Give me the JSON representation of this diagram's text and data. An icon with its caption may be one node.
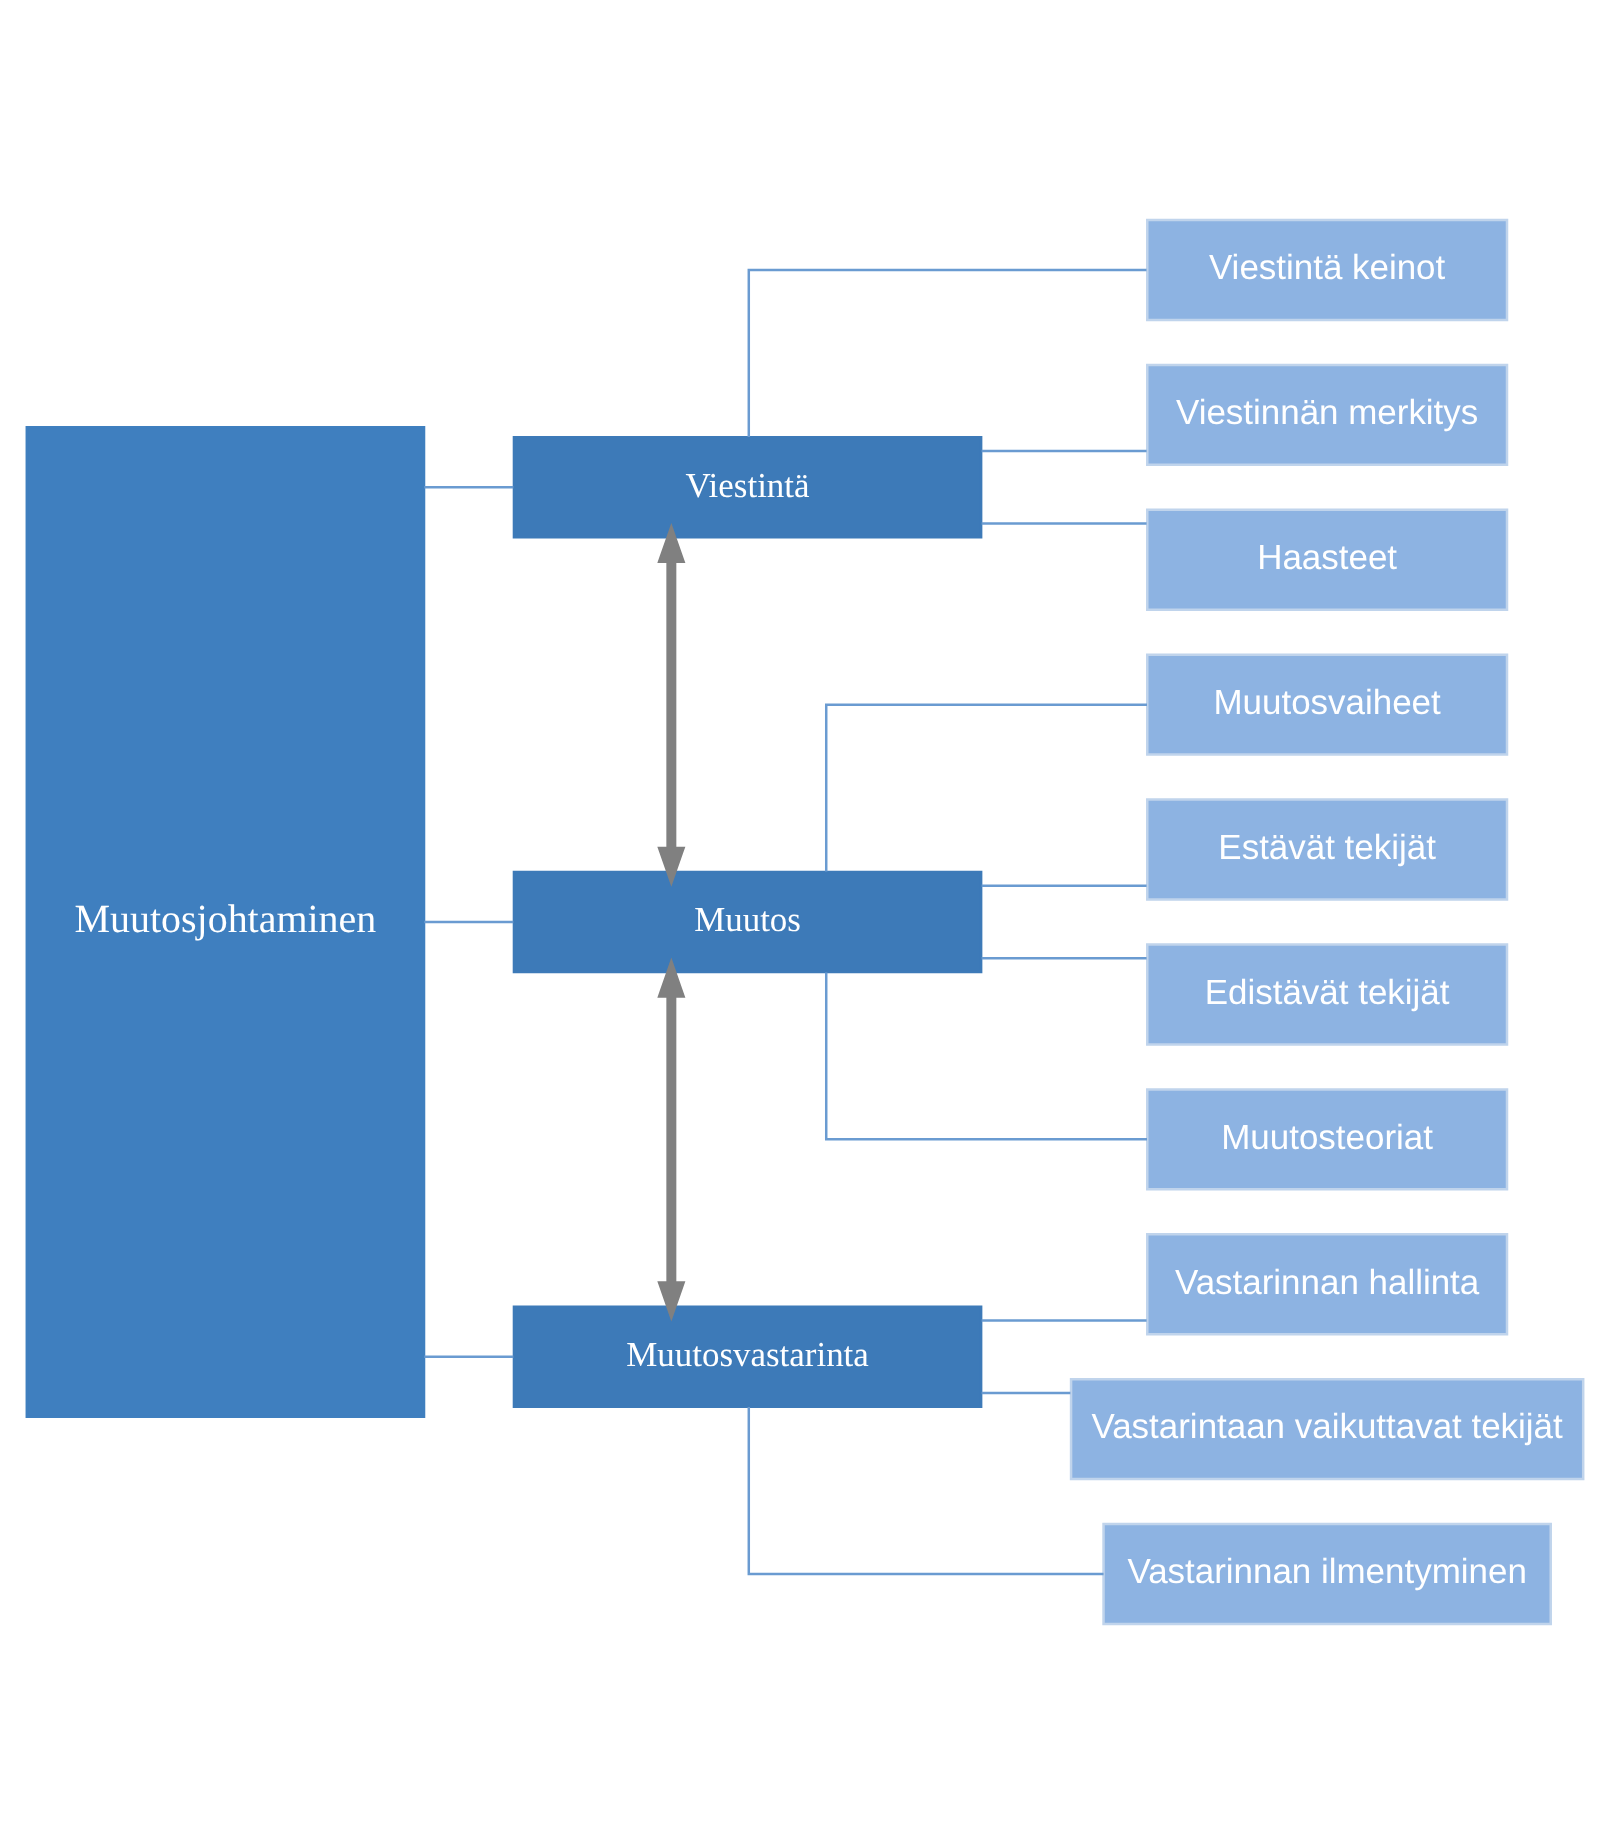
{
  "diagram": {
    "nodes": [
      {
        "text": [
          "Muutosjohtaminen"
        ]
      },
      {
        "text": [
          "Viestintä"
        ]
      },
      {
        "text": [
          "Muutos"
        ]
      },
      {
        "text": [
          "Muutosvastarinta"
        ]
      },
      {
        "text": [
          "Viestintä keinot"
        ]
      },
      {
        "text": [
          "Viestinnän merkitys"
        ]
      },
      {
        "text": [
          "Haasteet"
        ]
      },
      {
        "text": [
          "Muutosvaiheet"
        ]
      },
      {
        "text": [
          "Estävät tekijät"
        ]
      },
      {
        "text": [
          "Edistävät tekijät"
        ]
      },
      {
        "text": [
          "Muutosteoriat"
        ]
      },
      {
        "text": [
          "Vastarinnan hallinta"
        ]
      },
      {
        "text": [
          "Vastarintaan vaikuttavat tekijät"
        ]
      },
      {
        "text": [
          "Vastarinnan ilmentyminen"
        ]
      }
    ],
    "edges": [
      {
        "from": 0,
        "to": 1,
        "arrow": "none"
      },
      {
        "from": 0,
        "to": 2,
        "arrow": "none"
      },
      {
        "from": 0,
        "to": 3,
        "arrow": "none"
      },
      {
        "from": 1,
        "to": 4,
        "arrow": "none"
      },
      {
        "from": 1,
        "to": 5,
        "arrow": "none"
      },
      {
        "from": 1,
        "to": 6,
        "arrow": "none"
      },
      {
        "from": 2,
        "to": 7,
        "arrow": "none"
      },
      {
        "from": 2,
        "to": 8,
        "arrow": "none"
      },
      {
        "from": 2,
        "to": 9,
        "arrow": "none"
      },
      {
        "from": 2,
        "to": 10,
        "arrow": "none"
      },
      {
        "from": 3,
        "to": 11,
        "arrow": "none"
      },
      {
        "from": 3,
        "to": 12,
        "arrow": "none"
      },
      {
        "from": 3,
        "to": 13,
        "arrow": "none"
      },
      {
        "from": 1,
        "to": 2,
        "arrow": "both",
        "style": "thick",
        "color": "#808080"
      },
      {
        "from": 2,
        "to": 3,
        "arrow": "both",
        "style": "thick",
        "color": "#808080"
      }
    ]
  }
}
